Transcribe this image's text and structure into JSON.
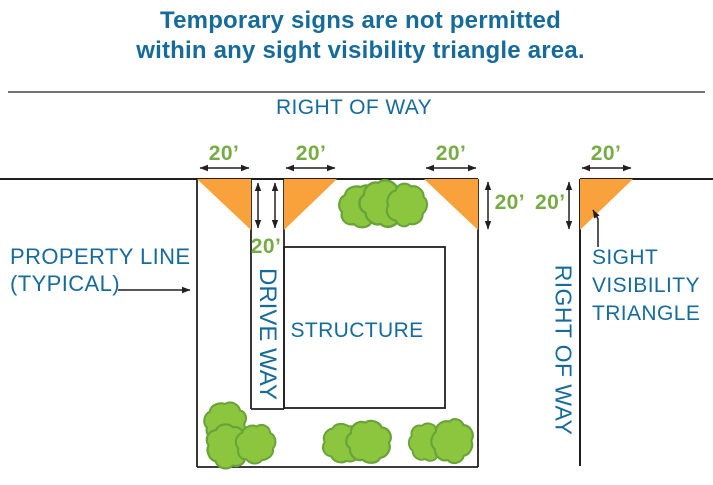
{
  "title": {
    "line1": "Temporary signs are not permitted",
    "line2": "within any sight visibility triangle area."
  },
  "labels": {
    "right_of_way_top": "RIGHT OF WAY",
    "right_of_way_side": "RIGHT OF WAY",
    "property_line_line1": "PROPERTY LINE",
    "property_line_line2": "(TYPICAL)",
    "driveway": "DRIVE WAY",
    "structure": "STRUCTURE",
    "sight_line1": "SIGHT",
    "sight_line2": "VISIBILITY",
    "sight_line3": "TRIANGLE"
  },
  "dimensions": {
    "top": [
      {
        "label": "20’"
      },
      {
        "label": "20’"
      },
      {
        "label": "20’"
      },
      {
        "label": "20’"
      }
    ],
    "driveway_depth": "20’",
    "corner_pair": "20’ 20’"
  },
  "icons": {
    "sight_triangle": "orange-right-triangle",
    "bush": "bush-icon",
    "dimension_arrow": "double-headed-arrow",
    "pointer_arrow": "single-headed-arrow"
  },
  "colors": {
    "heading_blue": "#166b9a",
    "dimension_green": "#77ab43",
    "triangle_orange": "#f9a13b",
    "bush_green": "#8cc63f",
    "bush_outline": "#67a339",
    "line_black": "#231f20"
  }
}
